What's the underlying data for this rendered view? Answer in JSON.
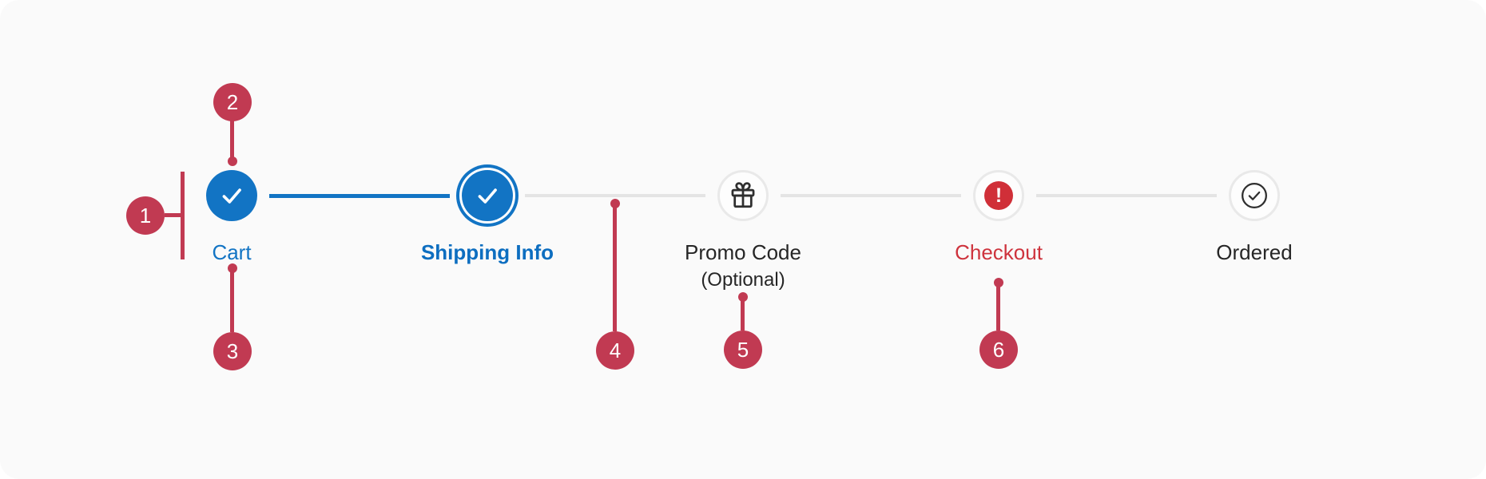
{
  "component": "stepper-anatomy",
  "stepper": {
    "steps": [
      {
        "label": "Cart",
        "state": "completed",
        "icon": "checkmark-icon"
      },
      {
        "label": "Shipping Info",
        "state": "current",
        "icon": "checkmark-icon"
      },
      {
        "label": "Promo Code",
        "sublabel": "(Optional)",
        "state": "pending",
        "icon": "gift-icon"
      },
      {
        "label": "Checkout",
        "state": "error",
        "icon": "exclamation-icon",
        "error_glyph": "!"
      },
      {
        "label": "Ordered",
        "state": "pending",
        "icon": "checkmark-circle-icon"
      }
    ]
  },
  "callouts": {
    "items": [
      {
        "number": "1"
      },
      {
        "number": "2"
      },
      {
        "number": "3"
      },
      {
        "number": "4"
      },
      {
        "number": "5"
      },
      {
        "number": "6"
      }
    ]
  },
  "colors": {
    "primary_blue": "#1274c4",
    "error_red": "#d02f38",
    "checkout_label_red": "#ce333d",
    "callout_crimson": "#c13a52",
    "connector_gray": "#e4e4e4",
    "circle_border_gray": "#e9e9e9",
    "text_dark": "#262626",
    "card_background": "#fafafa"
  }
}
